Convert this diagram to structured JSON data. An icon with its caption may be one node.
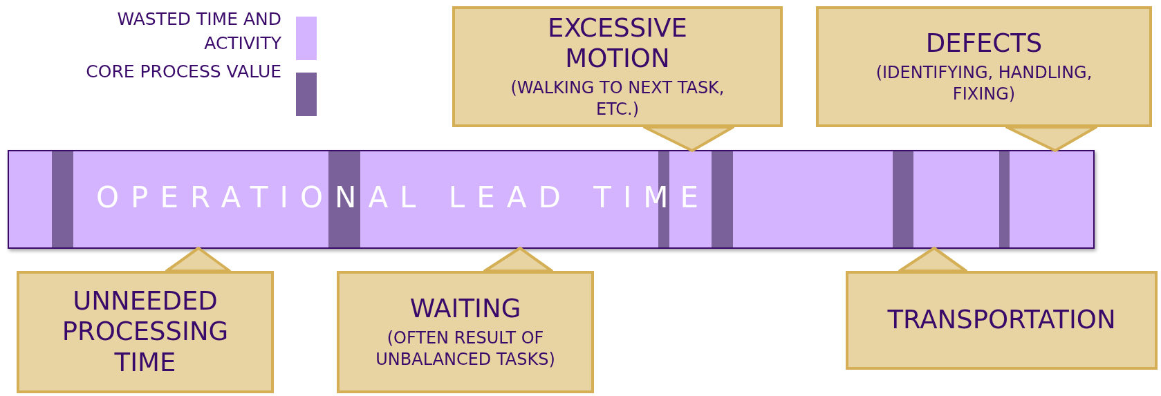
{
  "diagram": {
    "nodes": [
      {
        "text": [
          "EXCESSIVE MOTION",
          "(WALKING TO NEXT TASK, ETC.)"
        ]
      },
      {
        "text": [
          "DEFECTS",
          "(IDENTIFYING, HANDLING, FIXING)"
        ]
      },
      {
        "text": [
          "OPERATIONAL LEAD TIME"
        ]
      },
      {
        "text": [],
        "shape": "bar",
        "in": 2
      },
      {
        "text": [],
        "shape": "bar",
        "in": 2
      },
      {
        "text": [],
        "shape": "bar",
        "in": 2
      },
      {
        "text": [],
        "shape": "bar",
        "in": 2
      },
      {
        "text": [],
        "shape": "bar",
        "in": 2
      },
      {
        "text": [],
        "shape": "bar",
        "in": 2
      },
      {
        "text": [
          "UNNEEDED PROCESSING TIME"
        ]
      },
      {
        "text": [
          "WAITING",
          "(OFTEN RESULT OF UNBALANCED TASKS)"
        ]
      },
      {
        "text": [
          "TRANSPORTATION"
        ]
      }
    ],
    "edges": [
      {
        "from": 0,
        "to": 2,
        "arrow": "none"
      },
      {
        "from": 1,
        "to": 2,
        "arrow": "none"
      },
      {
        "from": 9,
        "to": 2,
        "arrow": "none"
      },
      {
        "from": 10,
        "to": 2,
        "arrow": "none"
      },
      {
        "from": 11,
        "to": 2,
        "arrow": "none"
      }
    ],
    "legend": [
      {
        "text": "WASTED TIME AND ACTIVITY",
        "color": "#d4b3ff"
      },
      {
        "text": "CORE PROCESS VALUE",
        "color": "#7b6199"
      }
    ]
  }
}
